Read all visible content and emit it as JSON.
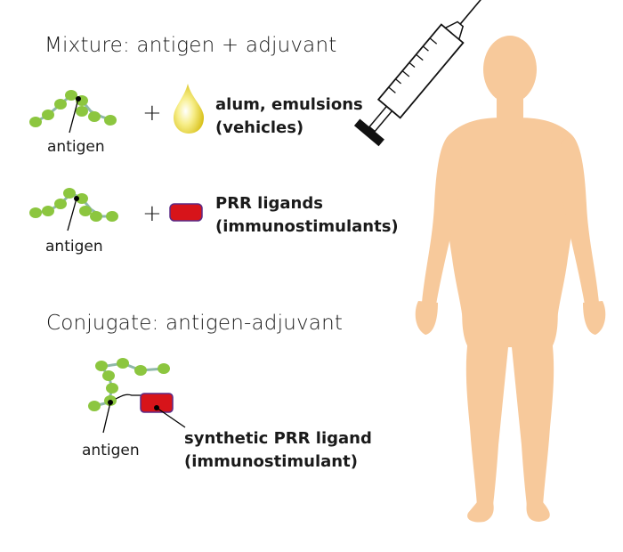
{
  "mixture": {
    "heading": "Mixture: antigen + adjuvant",
    "row1": {
      "antigen_label": "antigen",
      "plus": "+",
      "adjuvant_line1": "alum, emulsions",
      "adjuvant_line2": "(vehicles)"
    },
    "row2": {
      "antigen_label": "antigen",
      "plus": "+",
      "adjuvant_line1": "PRR ligands",
      "adjuvant_line2": "(immunostimulants)"
    }
  },
  "conjugate": {
    "heading": "Conjugate: antigen-adjuvant",
    "antigen_label": "antigen",
    "ligand_line1": "synthetic PRR ligand",
    "ligand_line2": "(immunostimulant)"
  },
  "colors": {
    "antigen_green": "#8cc63f",
    "antigen_link": "#8fb8a8",
    "ligand_red": "#d7141a",
    "ligand_border": "#5b2a86",
    "droplet_yellow": "#f2e64a",
    "skin": "#f7c99b"
  },
  "icons": [
    "antigen-chain-icon",
    "oil-droplet-icon",
    "prr-ligand-icon",
    "syringe-icon",
    "human-body-icon"
  ]
}
